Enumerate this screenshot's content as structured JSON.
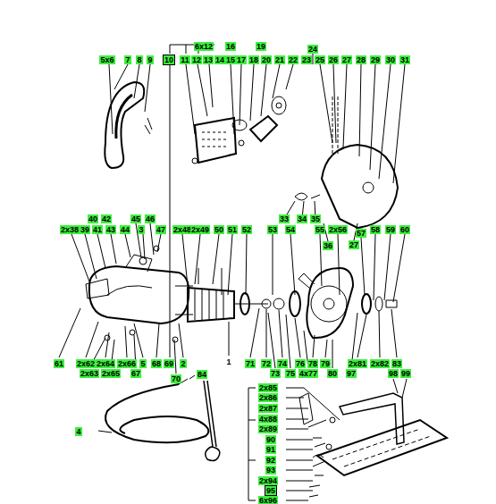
{
  "diagram": {
    "labels": [
      "6x12",
      "16",
      "19",
      "24",
      "5x6",
      "7",
      "8",
      "9",
      "10",
      "11",
      "12",
      "13",
      "14",
      "15",
      "17",
      "18",
      "20",
      "21",
      "22",
      "23",
      "25",
      "26",
      "27",
      "28",
      "29",
      "30",
      "31",
      "33",
      "34",
      "35",
      "40",
      "42",
      "45",
      "46",
      "2x38",
      "39",
      "41",
      "43",
      "44",
      "3",
      "47",
      "2x48",
      "2x49",
      "50",
      "51",
      "52",
      "53",
      "54",
      "55",
      "2x56",
      "57",
      "58",
      "59",
      "60",
      "36",
      "27",
      "61",
      "2x62",
      "2x64",
      "2x66",
      "5",
      "68",
      "69",
      "2",
      "1",
      "71",
      "72",
      "74",
      "76",
      "78",
      "79",
      "2x81",
      "2x82",
      "83",
      "2x63",
      "2x65",
      "67",
      "70",
      "84",
      "73",
      "75",
      "4x77",
      "80",
      "97",
      "98",
      "99",
      "2x85",
      "2x86",
      "2x87",
      "4x88",
      "2x89",
      "90",
      "91",
      "92",
      "93",
      "2x94",
      "95",
      "6x96",
      "4"
    ]
  }
}
